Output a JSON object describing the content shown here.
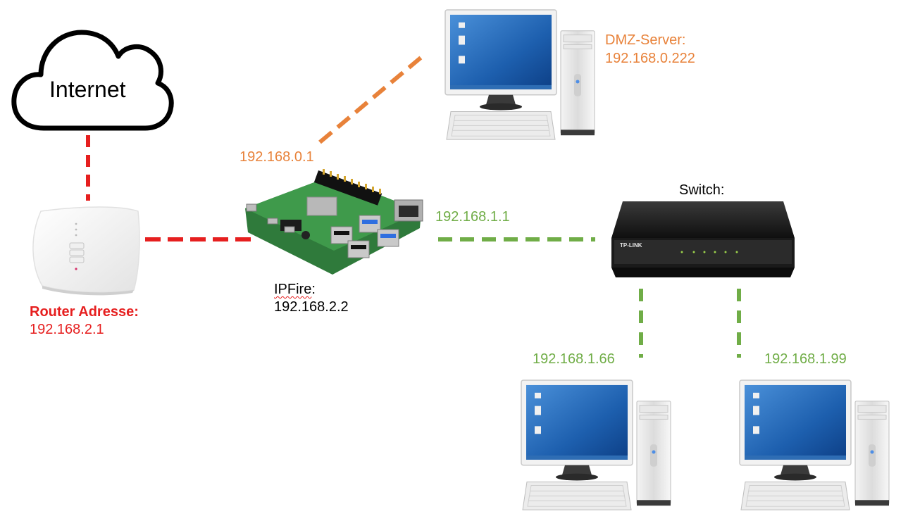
{
  "nodes": {
    "internet": {
      "label": "Internet"
    },
    "router": {
      "title": "Router Adresse:",
      "ip": "192.168.2.1"
    },
    "ipfire": {
      "title": "IPFire",
      "title_suffix": ":",
      "ip": "192.168.2.2",
      "dmz_ip": "192.168.0.1",
      "lan_ip": "192.168.1.1"
    },
    "dmz_server": {
      "title": "DMZ-Server:",
      "ip": "192.168.0.222"
    },
    "switch": {
      "title": "Switch:",
      "brand": "TP-LINK"
    },
    "client_a": {
      "ip": "192.168.1.66"
    },
    "client_b": {
      "ip": "192.168.1.99"
    }
  },
  "colors": {
    "wan": "#e61f1f",
    "dmz": "#e8823a",
    "lan": "#70ad47"
  },
  "icons": [
    "cloud-icon",
    "router-icon",
    "raspberry-pi-icon",
    "desktop-computer-icon",
    "network-switch-icon"
  ]
}
